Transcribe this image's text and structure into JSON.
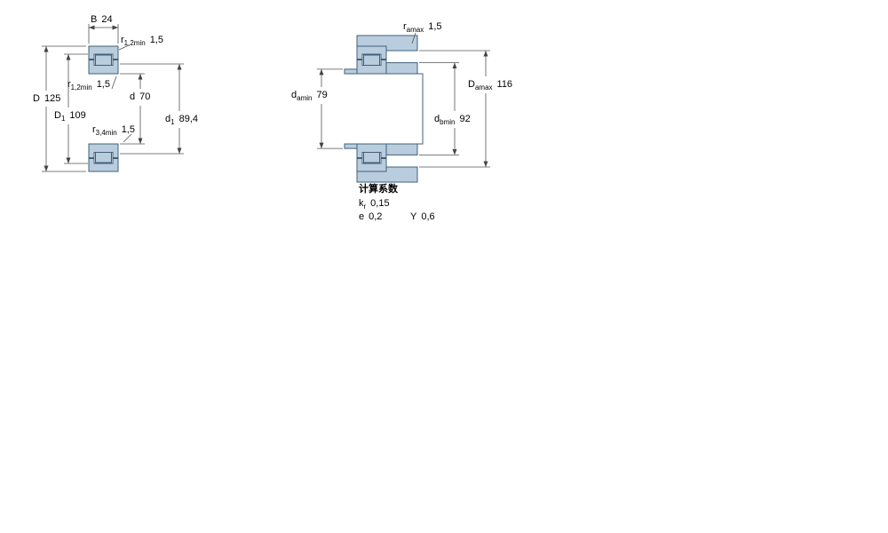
{
  "colors": {
    "section_fill": "#b9cdde",
    "section_stroke": "#40617a",
    "dimension_line": "#555555",
    "text": "#000000",
    "background": "#ffffff"
  },
  "left_view": {
    "dim_B": {
      "symbol": "B",
      "sub": "",
      "value": "24"
    },
    "dim_r12_top": {
      "symbol": "r",
      "sub": "1,2min",
      "value": "1,5"
    },
    "dim_D": {
      "symbol": "D",
      "sub": "",
      "value": "125"
    },
    "dim_r12_mid": {
      "symbol": "r",
      "sub": "1,2min",
      "value": "1,5"
    },
    "dim_d": {
      "symbol": "d",
      "sub": "",
      "value": "70"
    },
    "dim_D1": {
      "symbol": "D",
      "sub": "1",
      "value": "109"
    },
    "dim_d1": {
      "symbol": "d",
      "sub": "1",
      "value": "89,4"
    },
    "dim_r34": {
      "symbol": "r",
      "sub": "3,4min",
      "value": "1,5"
    }
  },
  "right_view": {
    "dim_ra": {
      "symbol": "r",
      "sub": "amax",
      "value": "1,5"
    },
    "dim_da": {
      "symbol": "d",
      "sub": "amin",
      "value": "79"
    },
    "dim_Da": {
      "symbol": "D",
      "sub": "amax",
      "value": "116"
    },
    "dim_db": {
      "symbol": "d",
      "sub": "bmin",
      "value": "92"
    }
  },
  "calculation_factors": {
    "title": "计算系数",
    "kr": {
      "symbol": "k",
      "sub": "r",
      "value": "0,15"
    },
    "e": {
      "symbol": "e",
      "sub": "",
      "value": "0,2"
    },
    "Y": {
      "symbol": "Y",
      "sub": "",
      "value": "0,6"
    }
  }
}
